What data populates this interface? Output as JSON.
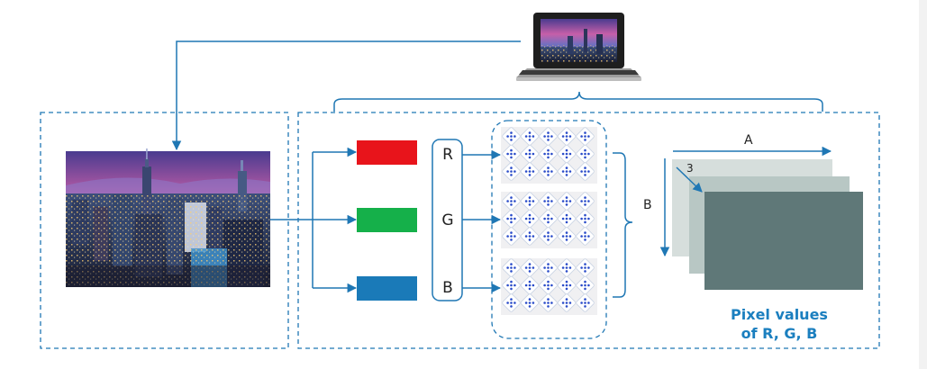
{
  "colors": {
    "line": "#1f77b4",
    "red_channel": "#e8141b",
    "green_channel": "#15b04a",
    "blue_channel": "#1a7ab8",
    "caption": "#1b7fbf",
    "matrix_front": "#5f7878",
    "matrix_mid": "#b8c7c4",
    "matrix_back": "#d6dedc"
  },
  "icons": {
    "laptop": "laptop-icon",
    "photo": "city-skyline-photo",
    "dice": "dice-icon"
  },
  "channels": {
    "r": "R",
    "g": "G",
    "b": "B"
  },
  "matrix": {
    "width_label": "A",
    "height_label": "B",
    "depth_label": "3"
  },
  "brace_label": "B",
  "caption": {
    "line1": "Pixel values",
    "line2": "of R, G, B"
  }
}
